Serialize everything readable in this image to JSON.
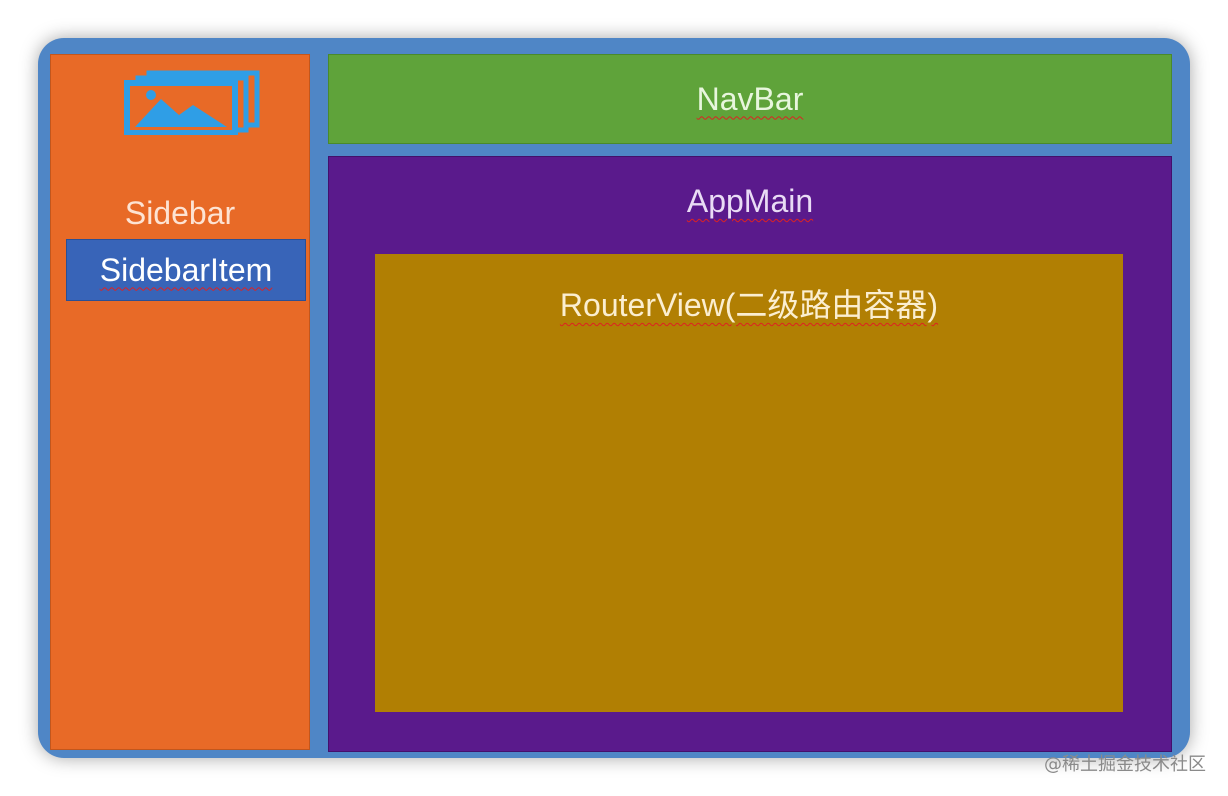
{
  "diagram": {
    "sidebar": {
      "label": "Sidebar",
      "item_label": "SidebarItem",
      "icon": "image-gallery-icon"
    },
    "navbar": {
      "label": "NavBar"
    },
    "appmain": {
      "label": "AppMain"
    },
    "routerview": {
      "label": "RouterView(二级路由容器)"
    }
  },
  "watermark": "@稀土掘金技术社区",
  "colors": {
    "outer_frame": "#4f86c6",
    "sidebar": "#e86a27",
    "sidebar_item": "#3864b8",
    "navbar": "#5fa33a",
    "appmain": "#5a1a8c",
    "routerview": "#b17f03",
    "icon": "#2f9ee6"
  }
}
